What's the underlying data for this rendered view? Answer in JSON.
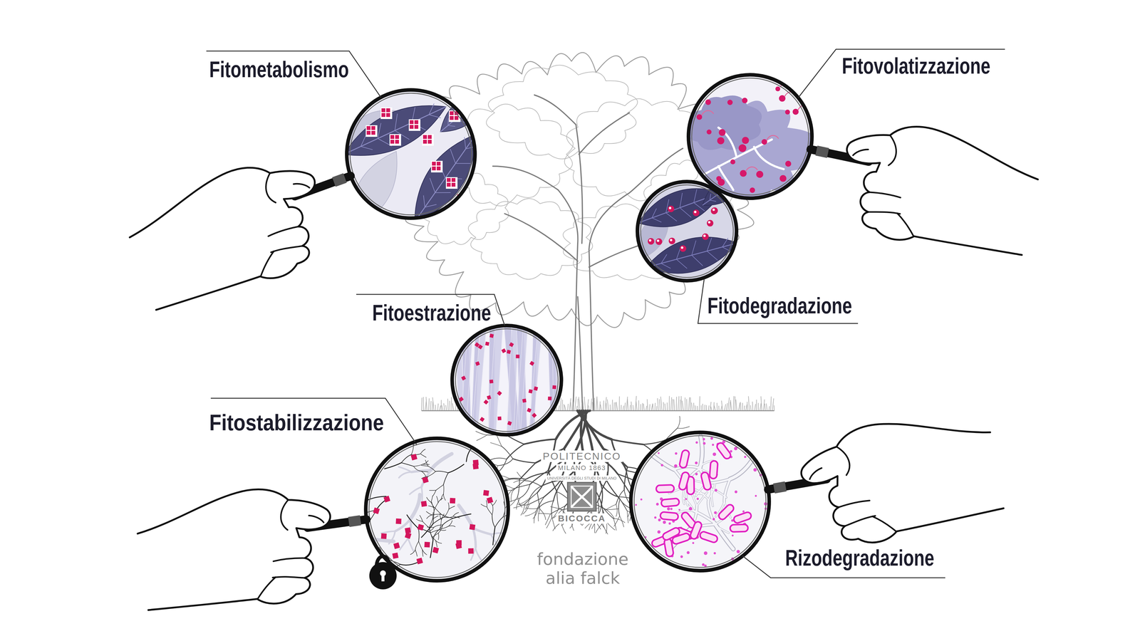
{
  "diagram": {
    "labels": [
      "Fitometabolismo",
      "Fitovolatizzazione",
      "Fitodegradazione",
      "Fitoestrazione",
      "Fitostabilizzazione",
      "Rizodegradazione",
      "POLITECNICO",
      "MILANO 1863",
      "UNIVERSITÀ DEGLI STUDI DI MILANO",
      "BICOCCA",
      "fondazione",
      "alia falck"
    ]
  }
}
